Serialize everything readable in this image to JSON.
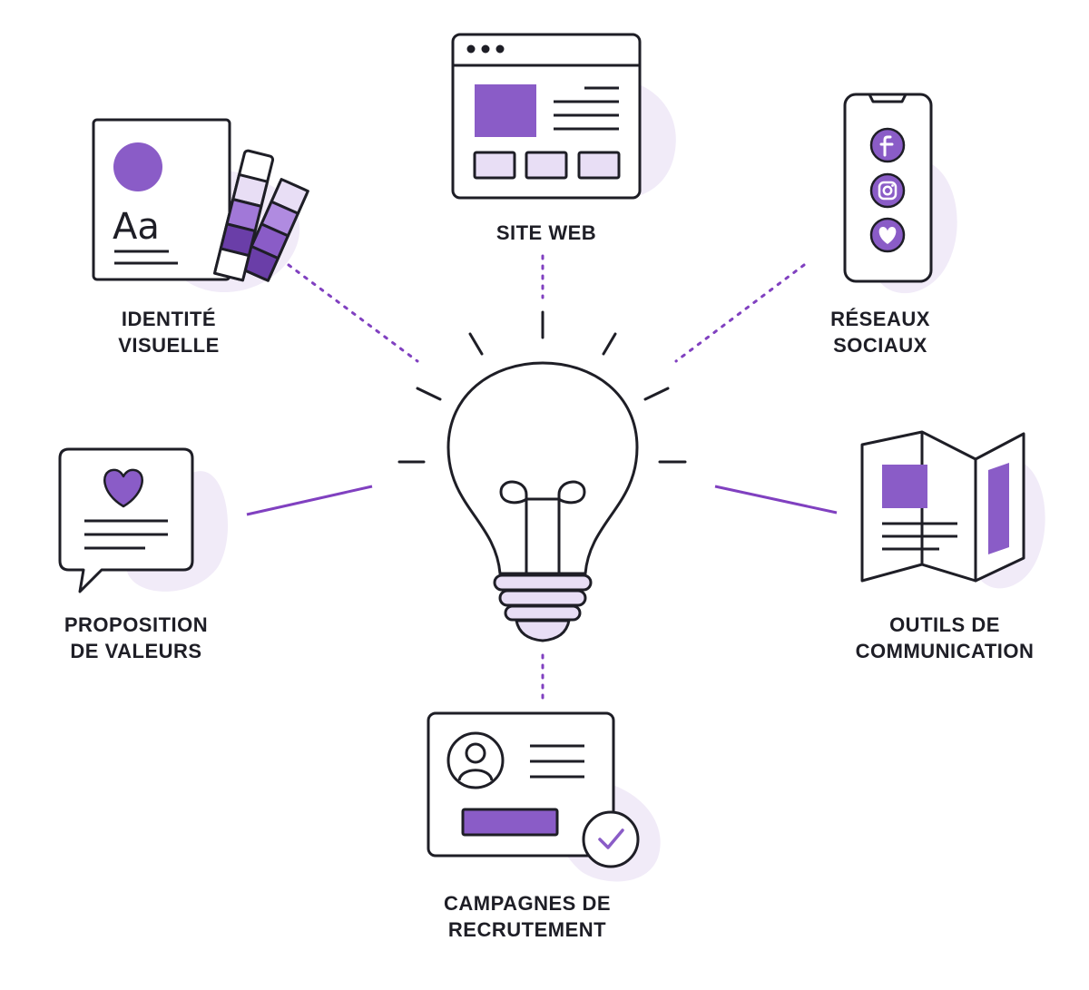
{
  "colors": {
    "stroke": "#1e1e26",
    "accent": "#8a5cc7",
    "accent_dark": "#6a3ea8",
    "accent_light": "#e8def5",
    "blob": "#f1ebf8",
    "connector": "#8040c0"
  },
  "center": {
    "icon": "lightbulb-icon"
  },
  "nodes": [
    {
      "id": "identite",
      "icon": "brand-style-guide-icon",
      "label_lines": [
        "IDENTITÉ",
        "VISUELLE"
      ]
    },
    {
      "id": "site-web",
      "icon": "browser-window-icon",
      "label_lines": [
        "SITE WEB"
      ]
    },
    {
      "id": "reseaux",
      "icon": "smartphone-social-icon",
      "label_lines": [
        "RÉSEAUX",
        "SOCIAUX"
      ]
    },
    {
      "id": "proposition",
      "icon": "speech-bubble-heart-icon",
      "label_lines": [
        "PROPOSITION",
        "DE VALEURS"
      ]
    },
    {
      "id": "outils",
      "icon": "trifold-brochure-icon",
      "label_lines": [
        "OUTILS DE",
        "COMMUNICATION"
      ]
    },
    {
      "id": "campagnes",
      "icon": "profile-card-check-icon",
      "label_lines": [
        "CAMPAGNES DE",
        "RECRUTEMENT"
      ]
    }
  ],
  "icons": {
    "style_guide_text": "Aa",
    "social": [
      "facebook-icon",
      "instagram-icon",
      "heart-icon"
    ]
  }
}
